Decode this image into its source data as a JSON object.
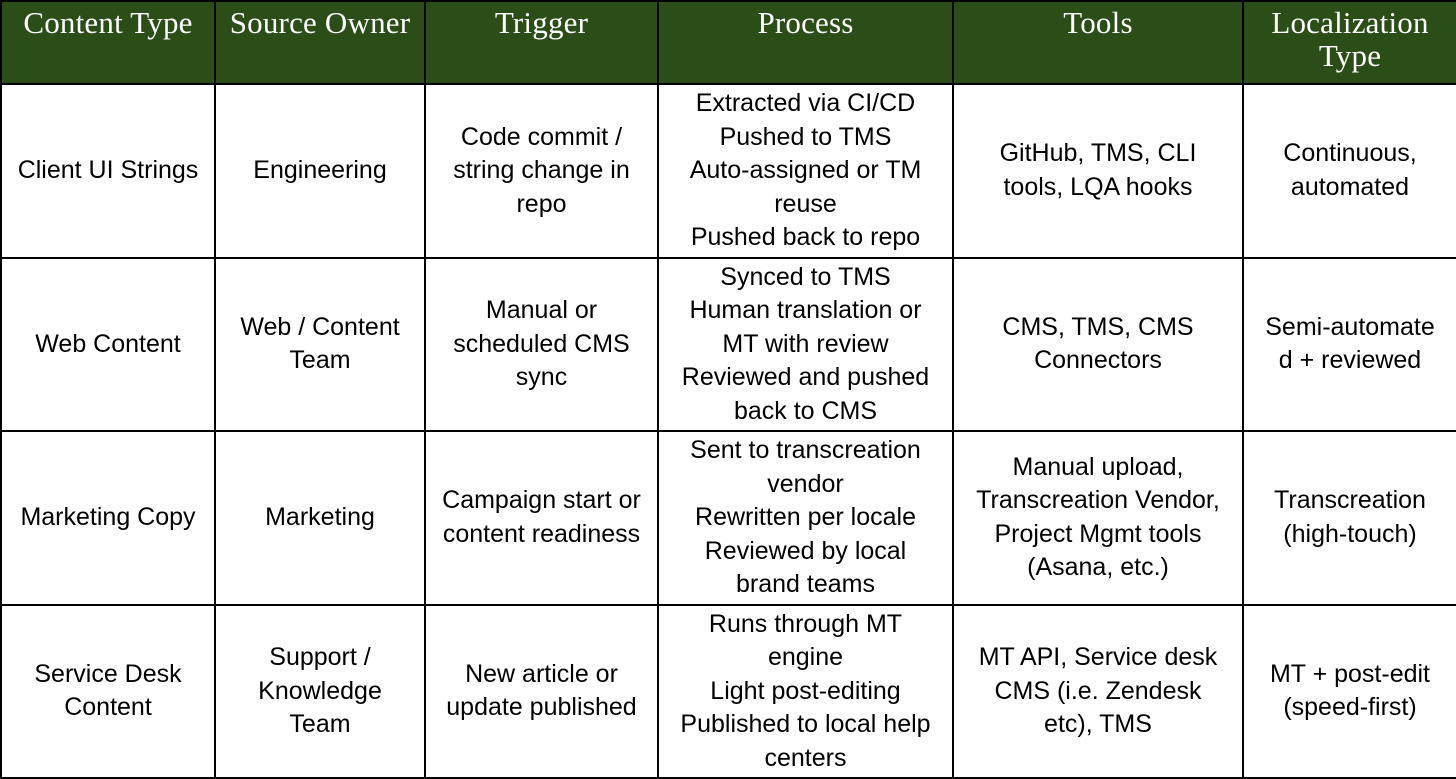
{
  "table": {
    "columns": [
      {
        "id": "content_type",
        "label": "Content Type"
      },
      {
        "id": "source_owner",
        "label": "Source Owner"
      },
      {
        "id": "trigger",
        "label": "Trigger"
      },
      {
        "id": "process",
        "label": "Process"
      },
      {
        "id": "tools",
        "label": "Tools"
      },
      {
        "id": "localization_type",
        "label": "Localization Type"
      }
    ],
    "header_background": "#2b4d17",
    "header_text_color": "#ffffff",
    "border_color": "#000000",
    "body_background": "#ffffff",
    "body_text_color": "#000000",
    "rows": [
      {
        "content_type": "Client UI Strings",
        "source_owner": "Engineering",
        "trigger": "Code commit / string change in repo",
        "trigger_lines": [
          "Code commit /",
          "string change in",
          "repo"
        ],
        "process_lines": [
          "Extracted via CI/CD",
          "Pushed to TMS",
          "Auto-assigned or TM",
          "reuse",
          "Pushed back to repo"
        ],
        "tools": "GitHub, TMS, CLI tools, LQA hooks",
        "tools_lines": [
          "GitHub, TMS, CLI",
          "tools, LQA hooks"
        ],
        "localization_type": "Continuous, automated",
        "localization_type_lines": [
          "Continuous,",
          "automated"
        ]
      },
      {
        "content_type": "Web Content",
        "source_owner": "Web / Content Team",
        "source_owner_lines": [
          "Web / Content",
          "Team"
        ],
        "trigger": "Manual or scheduled CMS sync",
        "trigger_lines": [
          "Manual or",
          "scheduled CMS",
          "sync"
        ],
        "process_lines": [
          "Synced to TMS",
          "Human translation or",
          "MT with review",
          "Reviewed and pushed",
          "back to CMS"
        ],
        "tools": "CMS, TMS, CMS Connectors",
        "tools_lines": [
          "CMS, TMS, CMS",
          "Connectors"
        ],
        "localization_type": "Semi-automated + reviewed",
        "localization_type_lines": [
          "Semi-automate",
          "d + reviewed"
        ]
      },
      {
        "content_type": "Marketing Copy",
        "source_owner": "Marketing",
        "trigger": "Campaign start or content readiness",
        "trigger_lines": [
          "Campaign start or",
          "content readiness"
        ],
        "process_lines": [
          "Sent to transcreation",
          "vendor",
          "Rewritten per locale",
          "Reviewed by local",
          "brand teams"
        ],
        "tools": "Manual upload, Transcreation Vendor, Project Mgmt tools (Asana, etc.)",
        "tools_lines": [
          "Manual upload,",
          "Transcreation Vendor,",
          "Project Mgmt tools",
          "(Asana, etc.)"
        ],
        "localization_type": "Transcreation (high-touch)",
        "localization_type_lines": [
          "Transcreation",
          "(high-touch)"
        ]
      },
      {
        "content_type": "Service Desk Content",
        "content_type_lines": [
          "Service Desk",
          "Content"
        ],
        "source_owner": "Support / Knowledge Team",
        "source_owner_lines": [
          "Support /",
          "Knowledge",
          "Team"
        ],
        "trigger": "New article or update published",
        "trigger_lines": [
          "New article or",
          "update published"
        ],
        "process_lines": [
          "Runs through MT",
          "engine",
          "Light post-editing",
          "Published to local help",
          "centers"
        ],
        "tools": "MT API, Service desk CMS (i.e. Zendesk etc), TMS",
        "tools_lines": [
          "MT API, Service desk",
          "CMS (i.e. Zendesk",
          "etc), TMS"
        ],
        "localization_type": "MT + post-edit (speed-first)",
        "localization_type_lines": [
          "MT + post-edit",
          "(speed-first)"
        ]
      }
    ]
  }
}
